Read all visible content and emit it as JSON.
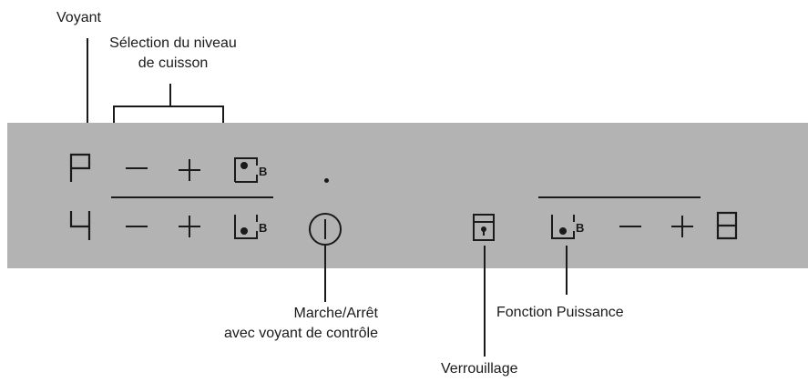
{
  "labels": {
    "voyant": "Voyant",
    "selection_line1": "Sélection du niveau",
    "selection_line2": "de cuisson",
    "marche_line1": "Marche/Arrêt",
    "marche_line2": "avec voyant de contrôle",
    "puissance": "Fonction Puissance",
    "verrouillage": "Verrouillage"
  },
  "panel": {
    "colors": {
      "panel": "#b3b3b3",
      "ink": "#1a1a1a"
    },
    "zone_top_left": {
      "display": "P",
      "minus": "–",
      "plus": "+",
      "boost_letter": "B",
      "icons": [
        "minus-icon",
        "plus-icon",
        "boost-icon"
      ]
    },
    "zone_bottom_left": {
      "display": "4",
      "minus": "–",
      "plus": "+",
      "boost_letter": "B",
      "icons": [
        "minus-icon",
        "plus-icon",
        "boost-icon"
      ]
    },
    "zone_right": {
      "display": "8",
      "minus": "–",
      "plus": "+",
      "boost_letter": "B",
      "icons": [
        "boost-icon",
        "minus-icon",
        "plus-icon"
      ]
    },
    "power_icon": "power-icon",
    "lock_icon": "lock-icon",
    "indicator_dot": "indicator-dot"
  }
}
